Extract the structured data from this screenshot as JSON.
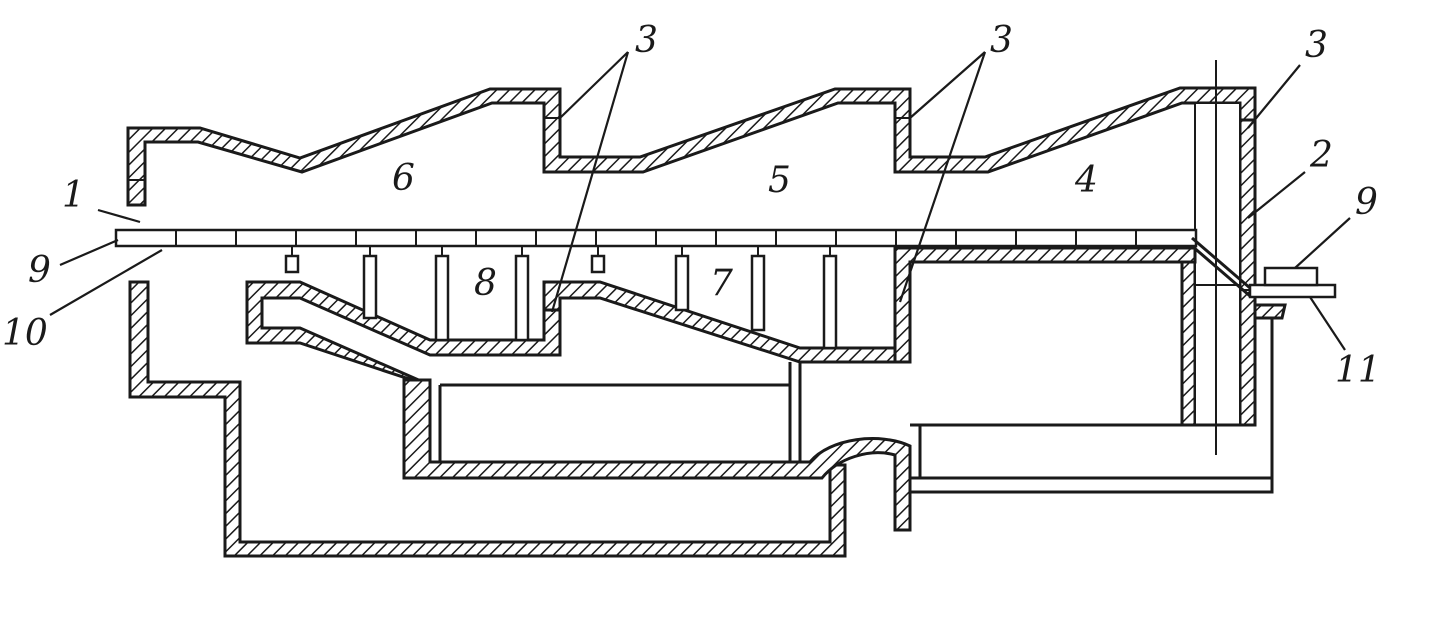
{
  "labels": {
    "l1": "1",
    "l2": "2",
    "l3a": "3",
    "l3b": "3",
    "l3c": "3",
    "l4": "4",
    "l5": "5",
    "l6": "6",
    "l7": "7",
    "l8": "8",
    "l9a": "9",
    "l9b": "9",
    "l10": "10",
    "l11": "11"
  },
  "colors": {
    "ink": "#1a1a1a",
    "background": "#ffffff"
  }
}
